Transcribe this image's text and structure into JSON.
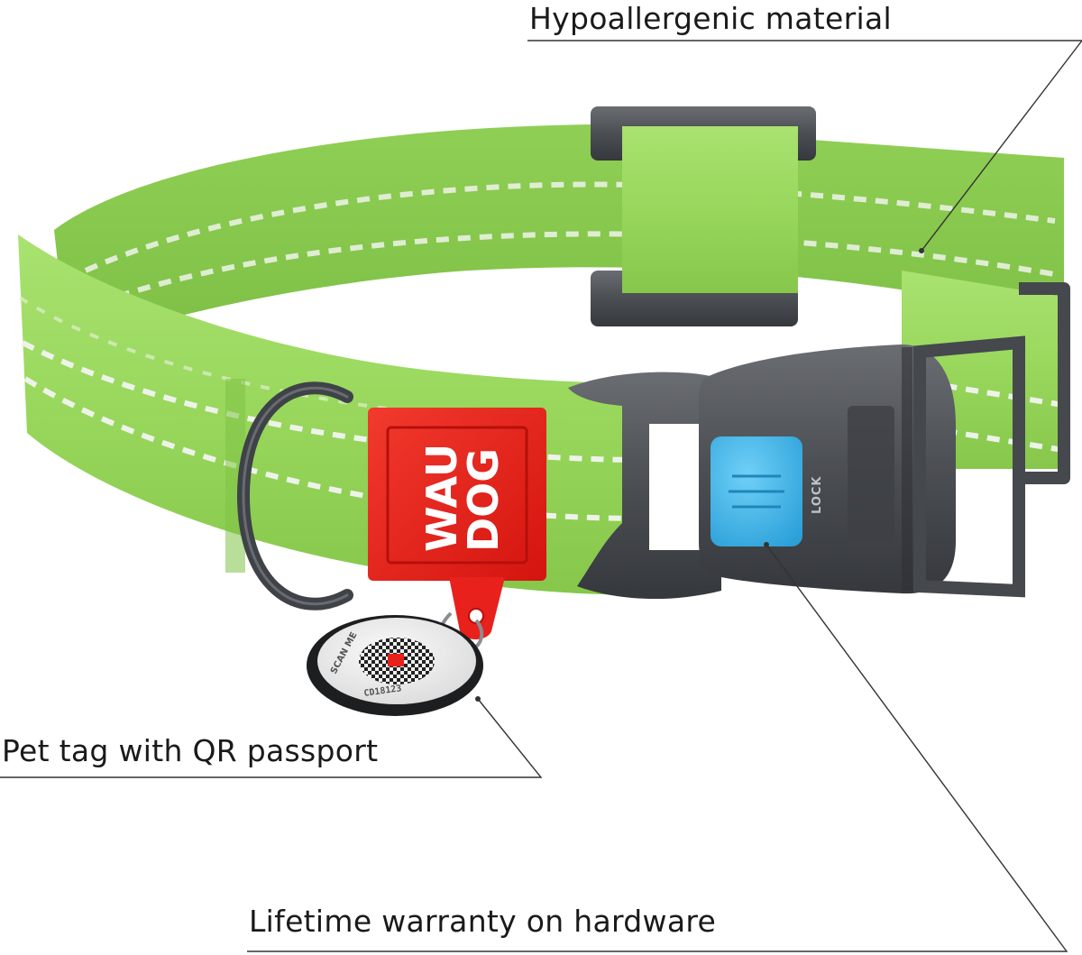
{
  "callouts": {
    "material": "Hypoallergenic material",
    "pet_tag": "Pet tag with QR passport",
    "warranty": "Lifetime warranty on hardware"
  },
  "tag_brand": {
    "line1": "WAU",
    "line2": "DOG"
  },
  "buckle": {
    "lock_text": "LOCK"
  },
  "pet_tag": {
    "scan_text": "SCAN ME",
    "code": "CD18123"
  },
  "colors": {
    "webbing": "#9ada5e",
    "webbing_dark": "#7fc346",
    "reflective_stitch": "#e9efe6",
    "hardware": "#4a4d52",
    "brand_tag": "#e8211c",
    "lock_button": "#3fb4ea",
    "callout_line": "#333333"
  }
}
